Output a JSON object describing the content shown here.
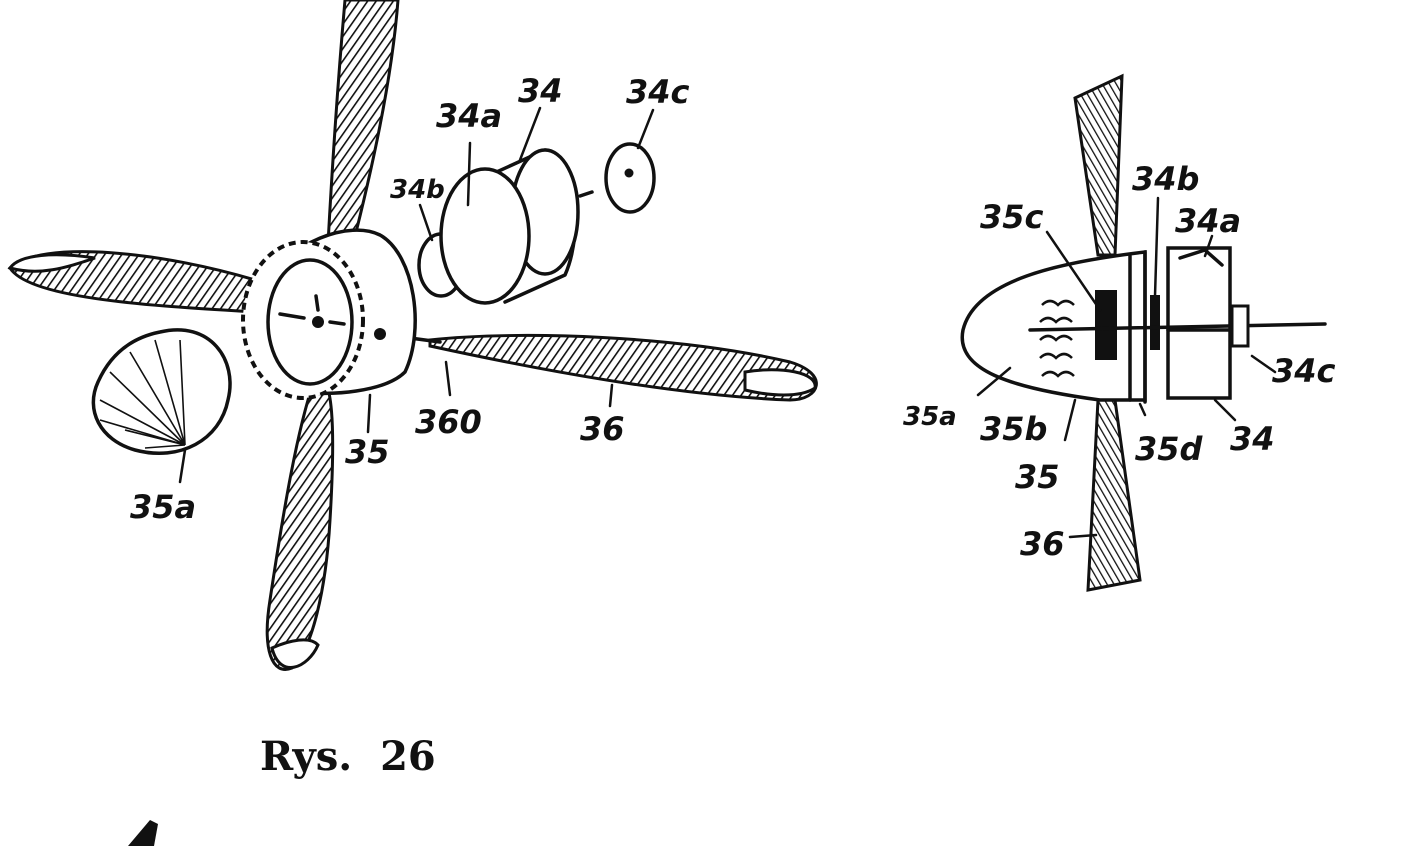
{
  "caption": "Rys.  26",
  "left_view": {
    "labels": {
      "l34a": "34a",
      "l34": "34",
      "l34c": "34c",
      "l34b": "34b",
      "l35": "35",
      "l360": "360",
      "l36": "36",
      "l35a": "35a"
    }
  },
  "right_view": {
    "labels": {
      "l34b": "34b",
      "l35c": "35c",
      "l34a": "34a",
      "l34c": "34c",
      "l35a": "35a",
      "l35b": "35b",
      "l35d": "35d",
      "l34": "34",
      "l35": "35",
      "l36": "36"
    }
  },
  "colors": {
    "ink": "#111111",
    "paper": "#ffffff"
  }
}
